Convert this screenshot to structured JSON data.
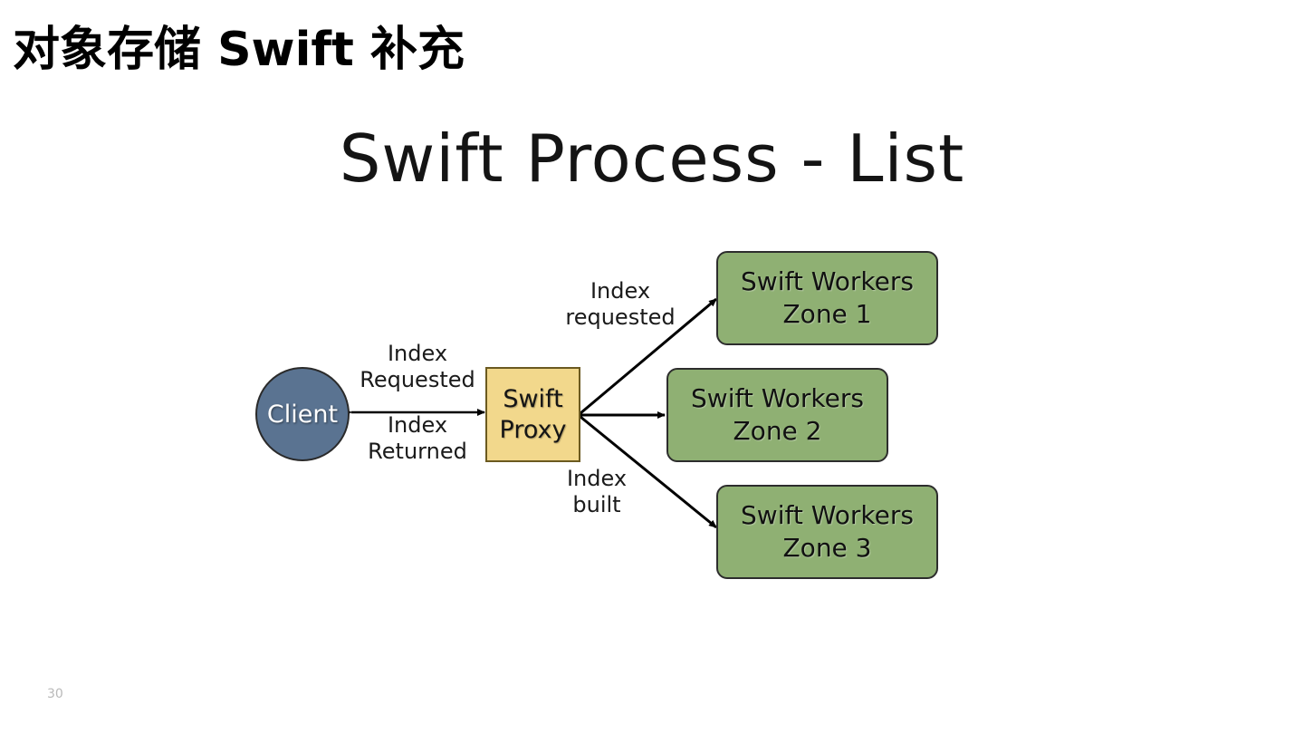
{
  "slide": {
    "title": "对象存储 Swift 补充",
    "page_number": "30"
  },
  "diagram": {
    "title": "Swift Process - List",
    "nodes": {
      "client": {
        "label": "Client"
      },
      "proxy": {
        "line1": "Swift",
        "line2": "Proxy"
      },
      "workers": [
        {
          "line1": "Swift Workers",
          "line2": "Zone 1"
        },
        {
          "line1": "Swift Workers",
          "line2": "Zone 2"
        },
        {
          "line1": "Swift Workers",
          "line2": "Zone 3"
        }
      ]
    },
    "edges": {
      "client_to_proxy": {
        "line1": "Index",
        "line2": "Requested"
      },
      "proxy_to_client": {
        "line1": "Index",
        "line2": "Returned"
      },
      "proxy_to_workers": {
        "line1": "Index",
        "line2": "requested"
      },
      "workers_to_proxy": {
        "line1": "Index",
        "line2": "built"
      }
    },
    "colors": {
      "client": "#5a7391",
      "proxy": "#f2d88c",
      "worker": "#8fb073",
      "arrow": "#000000"
    }
  }
}
